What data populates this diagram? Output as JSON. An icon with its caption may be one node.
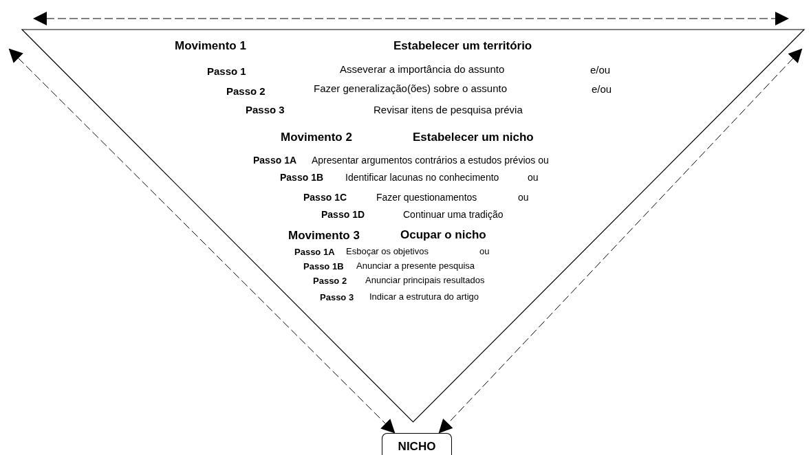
{
  "diagram": {
    "nodes": [
      {
        "text": [
          "Movimento 1",
          "Estabelecer um território",
          "Passo 1",
          "Asseverar a importância do assunto",
          "e/ou",
          "Passo 2",
          "Fazer generalização(ões) sobre o assunto",
          "e/ou",
          "Passo 3",
          "Revisar itens de pesquisa prévia",
          "Movimento 2",
          "Estabelecer um nicho",
          "Passo 1A",
          "Apresentar argumentos contrários a estudos prévios ou",
          "Passo 1B",
          "Identificar lacunas no conhecimento",
          "ou",
          "Passo 1C",
          "Fazer questionamentos",
          "ou",
          "Passo 1D",
          "Continuar uma tradição",
          "Movimento 3",
          "Ocupar o nicho",
          "Passo 1A",
          "Esboçar os objetivos",
          "ou",
          "Passo 1B",
          "Anunciar a presente pesquisa",
          "Passo 2",
          "Anunciar principais resultados",
          "Passo 3",
          "Indicar a estrutura do artigo"
        ]
      },
      {
        "text": [
          "NICHO"
        ]
      }
    ],
    "edges": [
      {
        "from": null,
        "to": 1,
        "arrow": "both",
        "style": "dashed"
      },
      {
        "from": 0,
        "to": 1,
        "arrow": "both",
        "style": "dashed"
      }
    ]
  }
}
